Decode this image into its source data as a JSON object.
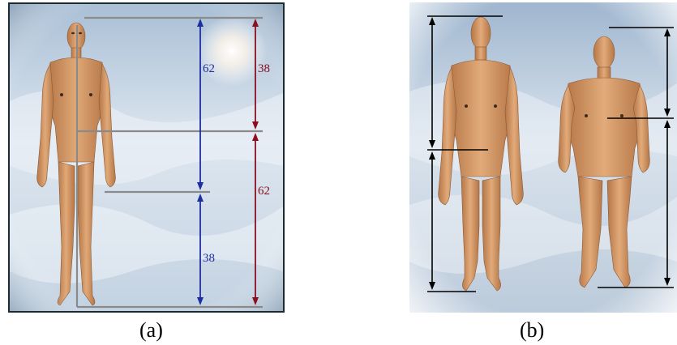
{
  "panel_a": {
    "caption": "(a)",
    "blue_upper": "62",
    "blue_lower": "38",
    "red_upper": "38",
    "red_lower": "62",
    "colors": {
      "blue": "#1f2fa0",
      "red": "#8a1020",
      "line": "#8a8a8a"
    }
  },
  "panel_b": {
    "caption": "(b)"
  },
  "colors": {
    "sky_top": "#b8c8da",
    "sky_mid": "#dfe7ef",
    "skin": "#d9a070",
    "skin_shadow": "#a86b40"
  }
}
